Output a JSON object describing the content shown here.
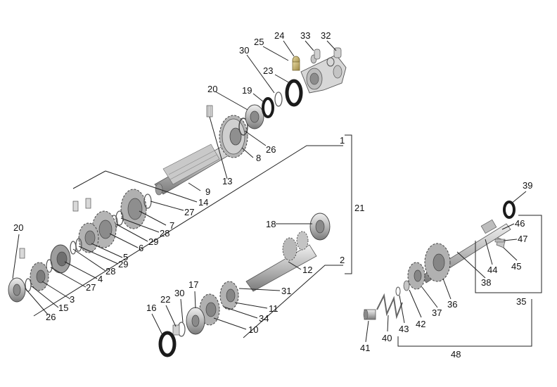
{
  "diagram": {
    "kind": "exploded-parts-view",
    "subject": "transmission shaft assembly",
    "colors": {
      "background": "#ffffff",
      "line": "#222222",
      "part_metal_light": "#d6d6d6",
      "part_metal_mid": "#a9a9a9",
      "part_metal_dark": "#6f6f6f",
      "seal_black": "#1b1b1b",
      "bolt_brass": "#c9b46a"
    },
    "callouts": [
      {
        "id": "c1",
        "label": "1"
      },
      {
        "id": "c2",
        "label": "2"
      },
      {
        "id": "c3",
        "label": "3"
      },
      {
        "id": "c4",
        "label": "4"
      },
      {
        "id": "c5",
        "label": "5"
      },
      {
        "id": "c6",
        "label": "6"
      },
      {
        "id": "c7",
        "label": "7"
      },
      {
        "id": "c8",
        "label": "8"
      },
      {
        "id": "c9",
        "label": "9"
      },
      {
        "id": "c10",
        "label": "10"
      },
      {
        "id": "c11",
        "label": "11"
      },
      {
        "id": "c12",
        "label": "12"
      },
      {
        "id": "c13",
        "label": "13"
      },
      {
        "id": "c14",
        "label": "14"
      },
      {
        "id": "c15",
        "label": "15"
      },
      {
        "id": "c16",
        "label": "16"
      },
      {
        "id": "c17",
        "label": "17"
      },
      {
        "id": "c18",
        "label": "18"
      },
      {
        "id": "c19",
        "label": "19"
      },
      {
        "id": "c20a",
        "label": "20"
      },
      {
        "id": "c20b",
        "label": "20"
      },
      {
        "id": "c21",
        "label": "21"
      },
      {
        "id": "c22",
        "label": "22"
      },
      {
        "id": "c23",
        "label": "23"
      },
      {
        "id": "c24",
        "label": "24"
      },
      {
        "id": "c25",
        "label": "25"
      },
      {
        "id": "c26a",
        "label": "26"
      },
      {
        "id": "c26b",
        "label": "26"
      },
      {
        "id": "c27a",
        "label": "27"
      },
      {
        "id": "c27b",
        "label": "27"
      },
      {
        "id": "c28a",
        "label": "28"
      },
      {
        "id": "c28b",
        "label": "28"
      },
      {
        "id": "c29a",
        "label": "29"
      },
      {
        "id": "c29b",
        "label": "29"
      },
      {
        "id": "c30a",
        "label": "30"
      },
      {
        "id": "c30b",
        "label": "30"
      },
      {
        "id": "c31",
        "label": "31"
      },
      {
        "id": "c32",
        "label": "32"
      },
      {
        "id": "c33",
        "label": "33"
      },
      {
        "id": "c34",
        "label": "34"
      },
      {
        "id": "c35",
        "label": "35"
      },
      {
        "id": "c36",
        "label": "36"
      },
      {
        "id": "c37",
        "label": "37"
      },
      {
        "id": "c38",
        "label": "38"
      },
      {
        "id": "c39",
        "label": "39"
      },
      {
        "id": "c40",
        "label": "40"
      },
      {
        "id": "c41",
        "label": "41"
      },
      {
        "id": "c42",
        "label": "42"
      },
      {
        "id": "c43",
        "label": "43"
      },
      {
        "id": "c44",
        "label": "44"
      },
      {
        "id": "c45",
        "label": "45"
      },
      {
        "id": "c46",
        "label": "46"
      },
      {
        "id": "c47",
        "label": "47"
      },
      {
        "id": "c48",
        "label": "48"
      }
    ]
  }
}
